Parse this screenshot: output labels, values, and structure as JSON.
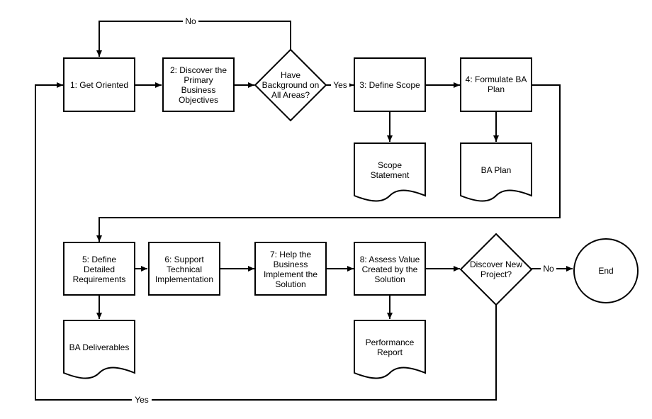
{
  "nodes": {
    "get_oriented": [
      "1: Get Oriented"
    ],
    "discover_objectives": [
      "2: Discover the",
      "Primary",
      "Business",
      "Objectives"
    ],
    "have_background": [
      "Have",
      "Background on",
      "All Areas?"
    ],
    "define_scope": [
      "3: Define Scope"
    ],
    "formulate_plan": [
      "4: Formulate BA",
      "Plan"
    ],
    "scope_statement": [
      "Scope",
      "Statement"
    ],
    "ba_plan": [
      "BA Plan"
    ],
    "define_requirements": [
      "5: Define",
      "Detailed",
      "Requirements"
    ],
    "support_implementation": [
      "6: Support",
      "Technical",
      "Implementation"
    ],
    "help_business": [
      "7: Help the",
      "Business",
      "Implement the",
      "Solution"
    ],
    "assess_value": [
      "8: Assess Value",
      "Created by the",
      "Solution"
    ],
    "discover_new_project": [
      "Discover New",
      "Project?"
    ],
    "end": [
      "End"
    ],
    "ba_deliverables": [
      "BA Deliverables"
    ],
    "performance_report": [
      "Performance",
      "Report"
    ]
  },
  "edge_labels": {
    "background_no": "No",
    "background_yes": "Yes",
    "project_no": "No",
    "project_yes": "Yes"
  },
  "colors": {
    "stroke": "#000000",
    "fill": "#ffffff"
  }
}
